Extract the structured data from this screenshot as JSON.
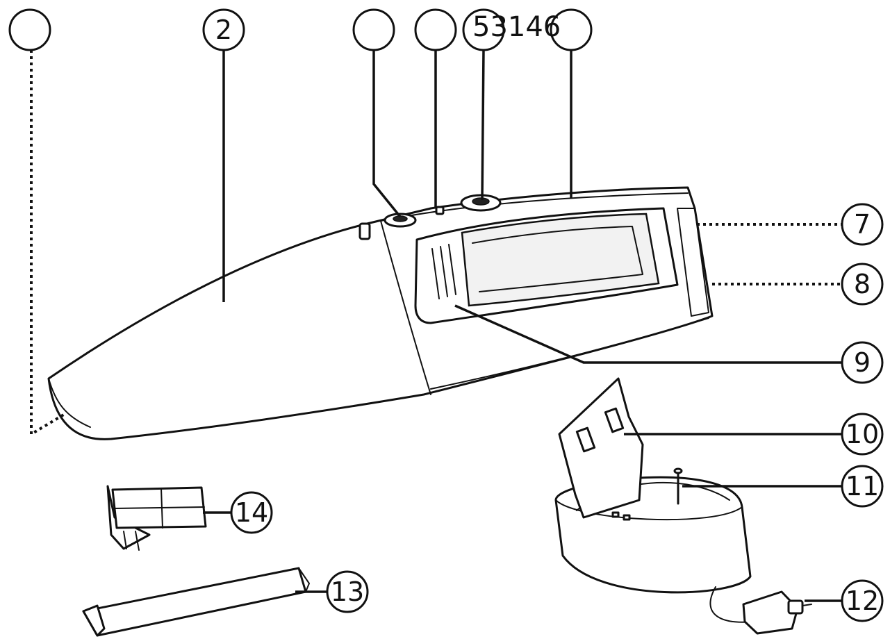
{
  "header": {
    "number": "53146"
  },
  "callouts": {
    "c1": "",
    "c2": "2",
    "c3": "",
    "c4": "",
    "c5": "",
    "c6": "",
    "c7": "7",
    "c8": "8",
    "c9": "9",
    "c10": "10",
    "c11": "11",
    "c12": "12",
    "c13": "13",
    "c14": "14"
  }
}
